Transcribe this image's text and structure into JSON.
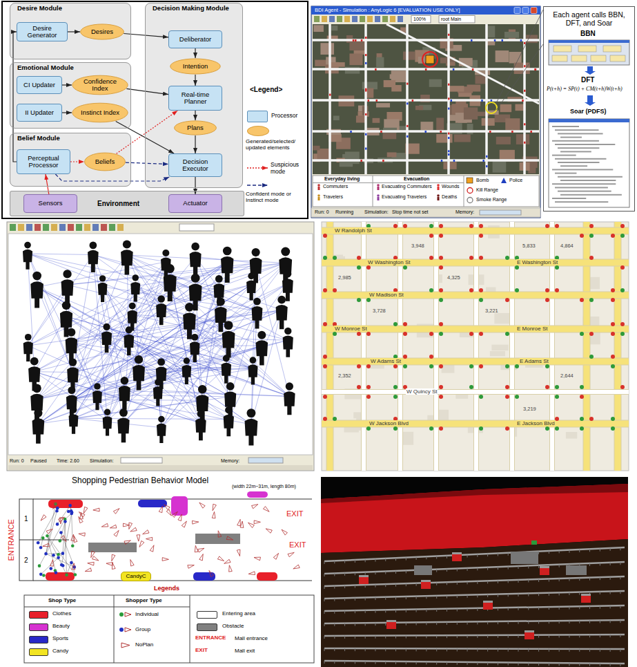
{
  "diagram": {
    "nodes": [
      {
        "text": [
          "Desire Module"
        ]
      },
      {
        "text": [
          "Desire Generator"
        ],
        "in": 0
      },
      {
        "text": [
          "Desires"
        ],
        "in": 0
      },
      {
        "text": [
          "Decision Making Module"
        ]
      },
      {
        "text": [
          "Deliberator"
        ],
        "in": 3
      },
      {
        "text": [
          "Intention"
        ],
        "in": 3
      },
      {
        "text": [
          "Real-time Planner"
        ],
        "in": 3
      },
      {
        "text": [
          "Plans"
        ],
        "in": 3
      },
      {
        "text": [
          "Decision Executor"
        ],
        "in": 3
      },
      {
        "text": [
          "Emotional Module"
        ]
      },
      {
        "text": [
          "CI Updater"
        ],
        "in": 9
      },
      {
        "text": [
          "Confidence Index"
        ],
        "in": 9
      },
      {
        "text": [
          "II Updater"
        ],
        "in": 9
      },
      {
        "text": [
          "Instinct Index"
        ],
        "in": 9
      },
      {
        "text": [
          "Belief Module"
        ]
      },
      {
        "text": [
          "Perceptual Processor"
        ],
        "in": 14
      },
      {
        "text": [
          "Beliefs"
        ],
        "in": 14
      },
      {
        "text": [
          "Environment"
        ]
      },
      {
        "text": [
          "Sensors"
        ],
        "in": 17
      },
      {
        "text": [
          "Actuator"
        ],
        "in": 17
      },
      {
        "text": [
          "Each agent calls BBN, DFT, and Soar"
        ]
      },
      {
        "text": [
          "CandyC"
        ]
      }
    ],
    "edges": [
      {
        "from": 1,
        "to": 2,
        "arrow": "to"
      },
      {
        "from": 2,
        "to": 4,
        "arrow": "to"
      },
      {
        "from": 4,
        "to": 5,
        "arrow": "to"
      },
      {
        "from": 5,
        "to": 6,
        "arrow": "to"
      },
      {
        "from": 6,
        "to": 7,
        "arrow": "to"
      },
      {
        "from": 7,
        "to": 8,
        "arrow": "to"
      },
      {
        "from": 8,
        "to": 19,
        "arrow": "to"
      },
      {
        "from": 18,
        "to": 15,
        "arrow": "to"
      },
      {
        "from": 15,
        "to": 16,
        "arrow": "to"
      },
      {
        "from": 16,
        "to": 6,
        "arrow": "to"
      },
      {
        "from": 16,
        "to": 8,
        "arrow": "to"
      },
      {
        "from": 15,
        "to": 8,
        "arrow": "to"
      },
      {
        "from": 10,
        "to": 11,
        "arrow": "to"
      },
      {
        "from": 12,
        "to": 13,
        "arrow": "to"
      },
      {
        "from": 11,
        "to": 6,
        "arrow": "to"
      },
      {
        "from": 13,
        "to": 8,
        "arrow": "to"
      },
      {
        "from": 15,
        "to": 1,
        "arrow": "to"
      }
    ],
    "labels": [
      "<Legend>",
      "BDI Agent - Simulation : AnyLogic 6 [EVALUATION USE ONLY]",
      "100%",
      "root Main",
      "Everyday living",
      "Evacuation",
      "Run: 0",
      "Running",
      "Simulation:",
      "Stop time not set",
      "Memory:",
      "BBN",
      "DFT",
      "P(t+h) = SP(t) + CM(t+h)W(t+h)",
      "Soar (PDFS)",
      "Run: 0",
      "Paused",
      "Time: 2.60",
      "Simulation:",
      "Memory:",
      "W Randolph St",
      "W Washington St",
      "W Madison St",
      "W Monroe St",
      "W Adams St",
      "W Quincy St",
      "W Jackson Blvd",
      "E Washington St",
      "E Monroe St",
      "E Adams St",
      "E Jackson Blvd",
      "3,948",
      "5,833",
      "4,864",
      "2,985",
      "4,325",
      "3,728",
      "3,221",
      "2,352",
      "3,219",
      "2,644",
      "Shopping Pedestrian Behavior Model",
      "(width 22m~31m, length 80m)",
      "ENTRANCE",
      "1",
      "2",
      "EXIT",
      "EXIT",
      "Legends",
      "Shop Type",
      "Shopper Type",
      "ENTRANCE",
      "EXIT"
    ],
    "legend": [
      {
        "text": "Processor",
        "color": "#c6e2f4"
      },
      {
        "text": "Generated/selected/ updated elements",
        "color": "#f8c56a"
      },
      {
        "text": "Suspicious mode"
      },
      {
        "text": "Confident mode or Instinct mode"
      },
      {
        "text": "Commuters"
      },
      {
        "text": "Travelers"
      },
      {
        "text": "Evacuating Commuters"
      },
      {
        "text": "Wounds"
      },
      {
        "text": "Evacuating Travelers"
      },
      {
        "text": "Deaths"
      },
      {
        "text": "Bomb"
      },
      {
        "text": "Police"
      },
      {
        "text": "Kill Range"
      },
      {
        "text": "Smoke Range"
      },
      {
        "text": "Clothes",
        "color": "#e8202a"
      },
      {
        "text": "Beauty",
        "color": "#d632d0"
      },
      {
        "text": "Sports",
        "color": "#2828c8"
      },
      {
        "text": "Candy",
        "color": "#f2e422"
      },
      {
        "text": "Individual"
      },
      {
        "text": "Group"
      },
      {
        "text": "NoPlan"
      },
      {
        "text": "Entering area",
        "color": "#ffffff"
      },
      {
        "text": "Obstacle",
        "color": "#808080"
      },
      {
        "text": "Mall entrance"
      },
      {
        "text": "Mall exit"
      }
    ]
  }
}
